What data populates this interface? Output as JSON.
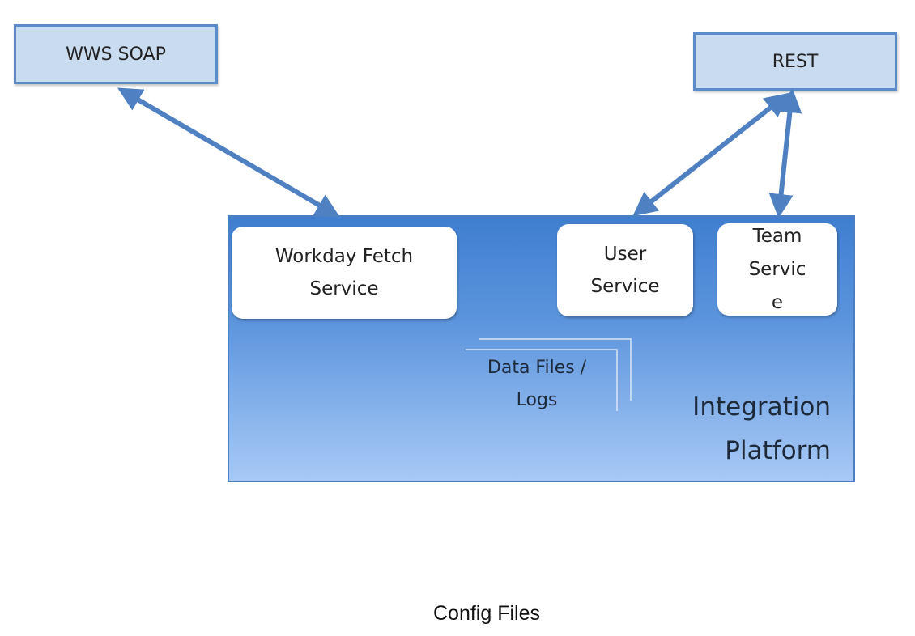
{
  "nodes": {
    "wws_soap": "WWS SOAP",
    "rest": "REST",
    "workday_fetch": [
      "Workday Fetch",
      "Service"
    ],
    "user_service": [
      "User",
      "Service"
    ],
    "team_service": [
      "Team",
      "Servic",
      "e"
    ],
    "data_files": [
      "Data Files /",
      "Logs"
    ],
    "platform": [
      "Integration",
      "Platform"
    ],
    "config_files": "Config Files"
  },
  "colors": {
    "arrow": "#4f81c2",
    "external_fill": "#c9dbef",
    "platform_top": "#3f7ecf",
    "platform_bottom": "#a8c9f6"
  }
}
